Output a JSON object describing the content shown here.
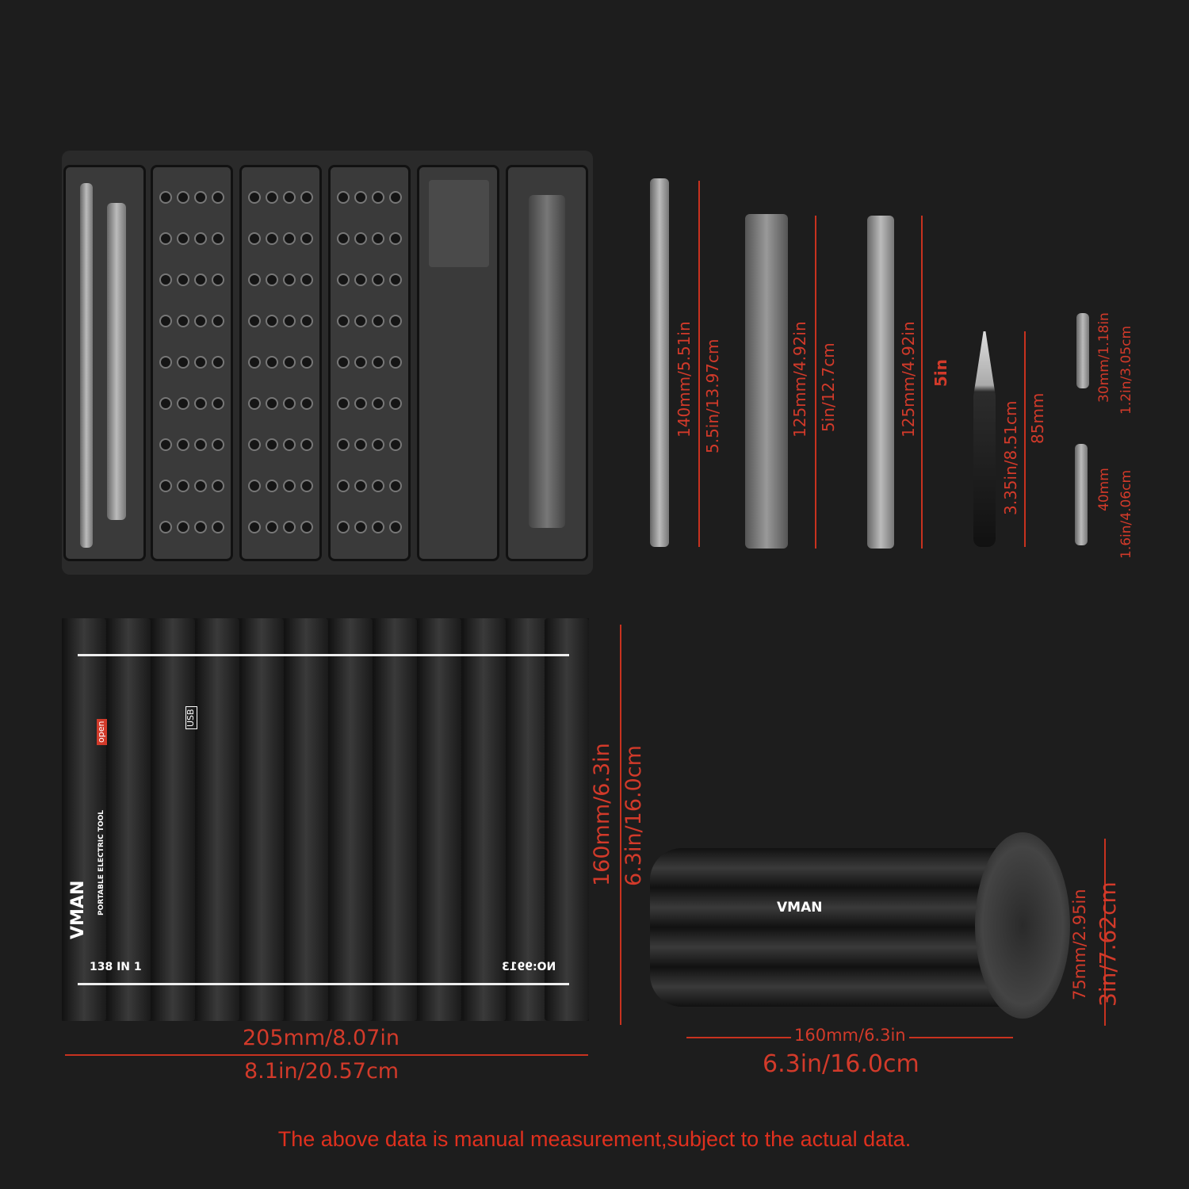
{
  "case_open": {
    "columns": 6
  },
  "tools": [
    {
      "name": "spudger",
      "labels": [
        "140mm/5.51in",
        "5.5in/13.97cm"
      ]
    },
    {
      "name": "electric-screwdriver",
      "labels": [
        "125mm/4.92in",
        "5in/12.7cm"
      ]
    },
    {
      "name": "extension-rod",
      "labels": [
        "125mm/4.92in",
        "5in"
      ]
    },
    {
      "name": "tweezers",
      "labels": [
        "85mm",
        "3.35in/8.51cm"
      ]
    },
    {
      "name": "short-bit",
      "labels": [
        "30mm/1.18in",
        "1.2in/3.05cm"
      ]
    },
    {
      "name": "long-bit",
      "labels": [
        "40mm",
        "1.6in/4.06cm"
      ]
    }
  ],
  "flat_case": {
    "brand": "VMAN",
    "product": "PORTABLE ELECTRIC TOOL",
    "count": "138 IN 1",
    "model": "NO:9913",
    "open_label": "open",
    "usb_label": "USB",
    "height_labels": [
      "160mm/6.3in",
      "6.3in/16.0cm"
    ],
    "width_labels": [
      "205mm/8.07in",
      "8.1in/20.57cm"
    ]
  },
  "rolled_case": {
    "width_labels": [
      "160mm/6.3in",
      "6.3in/16.0cm"
    ],
    "height_labels": [
      "75mm/2.95in",
      "3in/7.62cm"
    ]
  },
  "footer": "The above data is manual measurement,subject to the actual data.",
  "colors": {
    "accent": "#d23a2a",
    "background": "#1d1d1d"
  }
}
